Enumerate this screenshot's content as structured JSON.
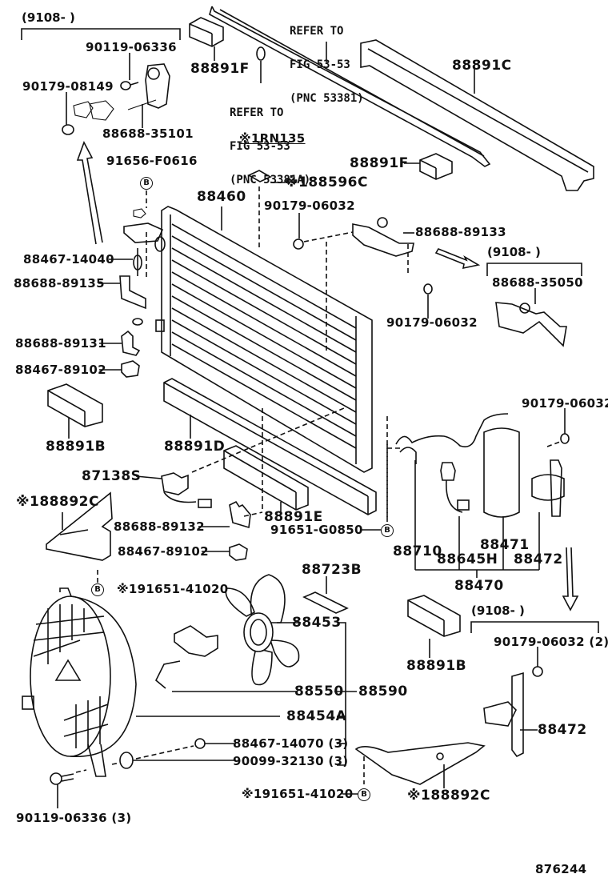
{
  "diagram": {
    "figure_number": "876244",
    "brackets": {
      "top_left": {
        "header": "(9108-        )"
      },
      "right_mid": {
        "header": "(9108-        )"
      },
      "bottom_right": {
        "header": "(9108-        )"
      }
    },
    "references": {
      "ref1": {
        "line1": "REFER TO",
        "line2": "FIG 53-53",
        "line3": "(PNC 53381)"
      },
      "ref2": {
        "line1": "REFER TO",
        "line2": "FIG 53-53",
        "line3": "(PNC 53381A)"
      },
      "note": "※1RN135"
    },
    "callout_symbol": "B",
    "parts": {
      "p90119_06336_top": "90119-06336",
      "p90179_08149": "90179-08149",
      "p88688_35101": "88688-35101",
      "p91656_F0616": "91656-F0616",
      "p88891F_top": "88891F",
      "p88891C": "88891C",
      "p88891F_mid": "88891F",
      "p88596C": "※188596C",
      "p88460": "88460",
      "p90179_06032_a": "90179-06032",
      "p88688_89133": "88688-89133",
      "p88688_35050": "88688-35050",
      "p90179_06032_b": "90179-06032",
      "p88467_14040": "88467-14040",
      "p88688_89135": "88688-89135",
      "p88688_89131": "88688-89131",
      "p88467_89102_a": "88467-89102",
      "p88891B_left": "88891B",
      "p88891D": "88891D",
      "p87138S": "87138S",
      "p88892C_left": "※188892C",
      "p88688_89132": "88688-89132",
      "p88891E": "88891E",
      "p91651_G0850": "91651-G0850",
      "p88467_89102_b": "88467-89102",
      "p91651_41020_a": "※191651-41020",
      "p90179_06032_c": "90179-06032",
      "p88710": "88710",
      "p88645H": "88645H",
      "p88471": "88471",
      "p88472_a": "88472",
      "p88470": "88470",
      "p88723B": "88723B",
      "p88453": "88453",
      "p88550": "88550",
      "p88590": "88590",
      "p88454A": "88454A",
      "p88467_14070": "88467-14070 (3)",
      "p90099_32130": "90099-32130 (3)",
      "p90119_06336_bot": "90119-06336 (3)",
      "p91651_41020_b": "※191651-41020",
      "p88892C_right": "※188892C",
      "p88891B_right": "88891B",
      "p90179_06032_d": "90179-06032 (2)",
      "p88472_b": "88472"
    }
  }
}
